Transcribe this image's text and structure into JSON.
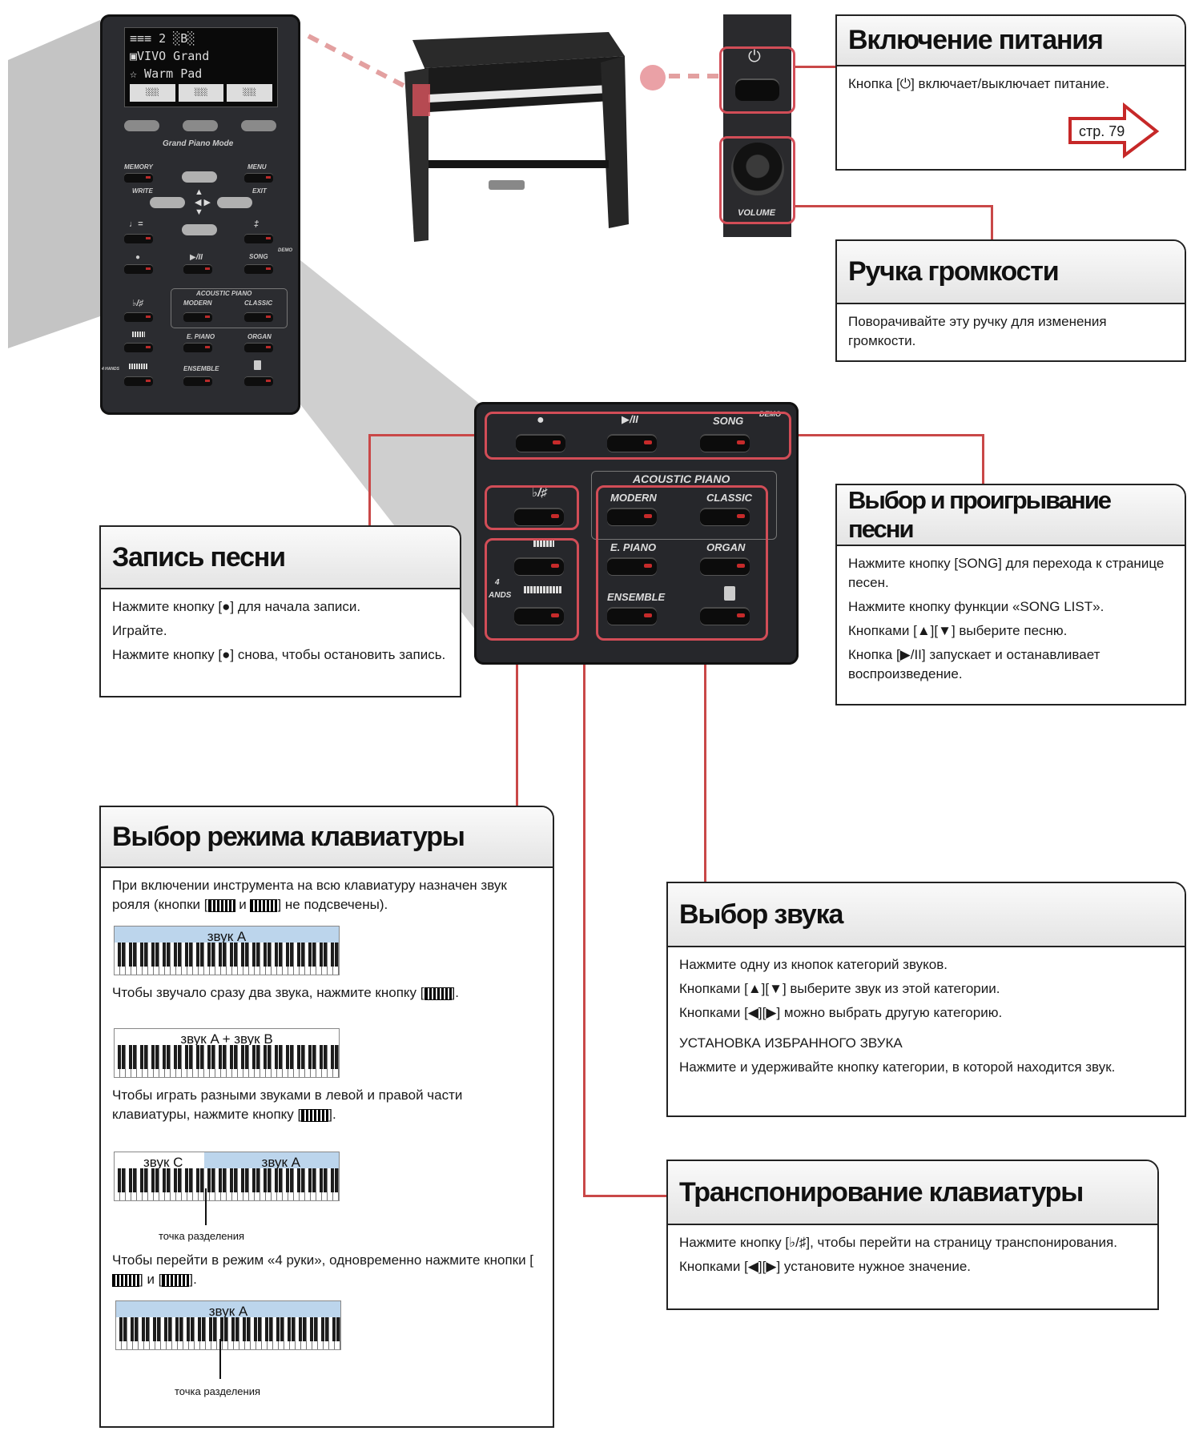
{
  "remote": {
    "display_lines": [
      "≡≡≡ 2  ░B░",
      "▣VIVO Grand",
      "☆ Warm Pad"
    ],
    "display_softkeys": [
      "░░░",
      "░░░",
      "░░░"
    ],
    "grand_piano_mode": "Grand Piano Mode",
    "memory": "MEMORY",
    "menu": "MENU",
    "write": "WRITE",
    "exit": "EXIT",
    "tempo": "♩=",
    "metronome": "‡",
    "rec": "●",
    "play": "▶/II",
    "song": "SONG",
    "demo": "DEMO",
    "transpose": "♭/♯",
    "acoustic_piano": "ACOUSTIC PIANO",
    "modern": "MODERN",
    "classic": "CLASSIC",
    "e_piano": "E. PIANO",
    "organ": "ORGAN",
    "ensemble": "ENSEMBLE",
    "hands": "4 HANDS"
  },
  "power": {
    "icon": "⏻"
  },
  "volume": {
    "label": "VOLUME"
  },
  "panel": {
    "rec": "●",
    "play": "▶/II",
    "song": "SONG",
    "demo": "DEMO",
    "transpose": "♭/♯",
    "acoustic_piano": "ACOUSTIC PIANO",
    "modern": "MODERN",
    "classic": "CLASSIC",
    "e_piano": "E. PIANO",
    "organ": "ORGAN",
    "ensemble": "ENSEMBLE",
    "four": "4",
    "hands": "ANDS"
  },
  "boxes": {
    "power": {
      "title": "Включение питания",
      "text": "Кнопка [⏻] включает/выключает питание.",
      "page_ref": "стр. 79"
    },
    "volume": {
      "title": "Ручка громкости",
      "text": "Поворачивайте эту ручку для изменения громкости."
    },
    "song": {
      "title": "Выбор и проигрывание песни",
      "lines": [
        "Нажмите кнопку [SONG] для перехода к странице песен.",
        "Нажмите кнопку функции «SONG LIST».",
        "Кнопками [▲][▼] выберите песню.",
        "Кнопка [▶/II] запускает и останавливает воспроизведение."
      ]
    },
    "record": {
      "title": "Запись песни",
      "lines": [
        "Нажмите кнопку [●] для начала записи.",
        "Играйте.",
        "Нажмите кнопку [●] снова, чтобы остановить запись."
      ]
    },
    "keyboard_mode": {
      "title": "Выбор режима клавиатуры",
      "intro": "При включении инструмента на всю клавиатуру назначен звук рояля (кнопки [",
      "intro_mid": " и ",
      "intro_end": "] не подсвечены).",
      "kb1_label": "звук A",
      "layer_text": "Чтобы звучало сразу два звука, нажмите кнопку [",
      "layer_end": "].",
      "kb2_label": "звук A + звук B",
      "split_text": "Чтобы играть разными звуками в левой и правой части клавиатуры, нажмите кнопку [",
      "split_end": "].",
      "kb3_left": "звук C",
      "kb3_right": "звук A",
      "split_point": "точка разделения",
      "hands_text": "Чтобы перейти в режим «4 руки», одновременно нажмите кнопки [",
      "hands_mid": "] и [",
      "hands_end": "].",
      "kb4_label": "звук A",
      "split_point2": "точка разделения"
    },
    "sound": {
      "title": "Выбор звука",
      "lines": [
        "Нажмите одну из кнопок категорий звуков.",
        "Кнопками [▲][▼] выберите звук из этой категории.",
        "Кнопками [◀][▶] можно выбрать другую категорию."
      ],
      "favorite_title": "УСТАНОВКА ИЗБРАННОГО ЗВУКА",
      "favorite_text": "Нажмите и удерживайте кнопку категории, в которой находится звук."
    },
    "transpose": {
      "title": "Транспонирование клавиатуры",
      "lines": [
        "Нажмите кнопку [♭/♯], чтобы перейти на страницу транспонирования.",
        "Кнопками [◀][▶] установите нужное значение."
      ]
    }
  }
}
